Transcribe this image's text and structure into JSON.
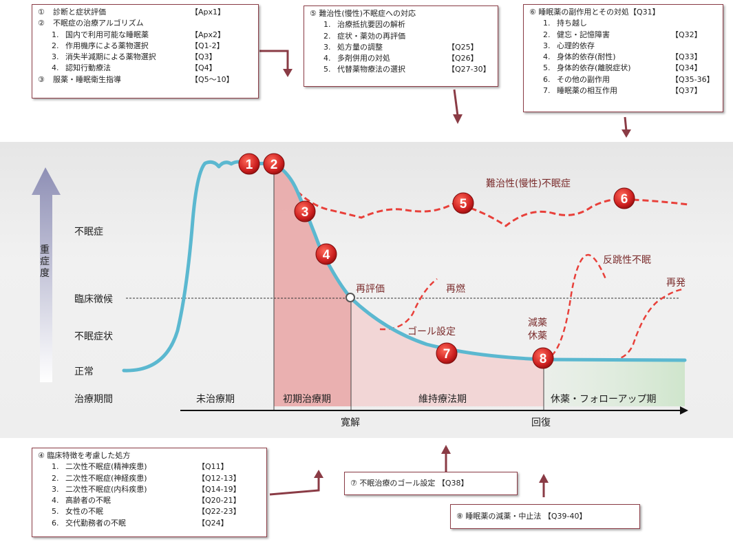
{
  "box_left": {
    "lines": [
      {
        "mark": "①",
        "text": "診断と症状評価",
        "ref": "【Apx1】"
      },
      {
        "mark": "②",
        "text": "不眠症の治療アルゴリズム",
        "ref": ""
      },
      {
        "mark": "1.",
        "text": "国内で利用可能な睡眠薬",
        "ref": "【Apx2】",
        "sub": true
      },
      {
        "mark": "2.",
        "text": "作用機序による薬物選択",
        "ref": "【Q1-2】",
        "sub": true
      },
      {
        "mark": "3.",
        "text": "消失半減期による薬物選択",
        "ref": "【Q3】",
        "sub": true
      },
      {
        "mark": "4.",
        "text": "認知行動療法",
        "ref": "【Q4】",
        "sub": true
      },
      {
        "mark": "③",
        "text": "服薬・睡眠衛生指導",
        "ref": "【Q5～10】"
      }
    ]
  },
  "box_mid": {
    "title": "⑤  難治性(慢性)不眠症への対応",
    "lines": [
      {
        "mark": "1.",
        "text": "治療抵抗要因の解析",
        "ref": ""
      },
      {
        "mark": "2.",
        "text": "症状・薬効の再評価",
        "ref": ""
      },
      {
        "mark": "3.",
        "text": "処方量の調整",
        "ref": "【Q25】"
      },
      {
        "mark": "4.",
        "text": "多剤併用の対処",
        "ref": "【Q26】"
      },
      {
        "mark": "5.",
        "text": "代替薬物療法の選択",
        "ref": "【Q27-30】"
      }
    ]
  },
  "box_right": {
    "title": "⑥  睡眠薬の副作用とその対処【Q31】",
    "lines": [
      {
        "mark": "1.",
        "text": "持ち越し",
        "ref": ""
      },
      {
        "mark": "2.",
        "text": "健忘・記憶障害",
        "ref": "【Q32】"
      },
      {
        "mark": "3.",
        "text": "心理的依存",
        "ref": ""
      },
      {
        "mark": "4.",
        "text": "身体的依存(耐性)",
        "ref": "【Q33】"
      },
      {
        "mark": "5.",
        "text": "身体的依存(離脱症状)",
        "ref": "【Q34】"
      },
      {
        "mark": "6.",
        "text": "その他の副作用",
        "ref": "【Q35-36】"
      },
      {
        "mark": "7.",
        "text": "睡眠薬の相互作用",
        "ref": "【Q37】"
      }
    ]
  },
  "box_bottom_left": {
    "title": "④  臨床特徴を考慮した処方",
    "lines": [
      {
        "mark": "1.",
        "text": "二次性不眠症(精神疾患)",
        "ref": "【Q11】"
      },
      {
        "mark": "2.",
        "text": "二次性不眠症(神経疾患)",
        "ref": "【Q12-13】"
      },
      {
        "mark": "3.",
        "text": "二次性不眠症(内科疾患)",
        "ref": "【Q14-19】"
      },
      {
        "mark": "4.",
        "text": "高齢者の不眠",
        "ref": "【Q20-21】"
      },
      {
        "mark": "5.",
        "text": "女性の不眠",
        "ref": "【Q22-23】"
      },
      {
        "mark": "6.",
        "text": "交代勤務者の不眠",
        "ref": "【Q24】"
      }
    ]
  },
  "box_goal": {
    "text": "⑦  不眠治療のゴール設定 【Q38】"
  },
  "box_taper": {
    "text": "⑧  睡眠薬の減薬・中止法 【Q39-40】"
  },
  "axis": {
    "severity_label": [
      "重",
      "症",
      "度"
    ],
    "levels": [
      "不眠症",
      "臨床徴候",
      "不眠症状",
      "正常"
    ],
    "period_label": "治療期間"
  },
  "phases": [
    "未治療期",
    "初期治療期",
    "維持療法期",
    "休薬・フォローアップ期"
  ],
  "milestones": [
    "寛解",
    "回復"
  ],
  "annotations": {
    "refractory": "難治性(慢性)不眠症",
    "reeval": "再評価",
    "relapse_early": "再燃",
    "goal": "ゴール設定",
    "taper_line1": "減薬",
    "taper_line2": "休薬",
    "rebound": "反跳性不眠",
    "recurrence": "再発"
  },
  "markers": [
    "1",
    "2",
    "3",
    "4",
    "5",
    "6",
    "7",
    "8"
  ],
  "colors": {
    "curve": "#5bb8d0",
    "dashed": "#e8403a",
    "marker": "#cc2020",
    "border": "#8a3b45",
    "phase1": "#e39a9a",
    "phase2": "#f2cfcf",
    "phase3": "#dfeedd"
  }
}
